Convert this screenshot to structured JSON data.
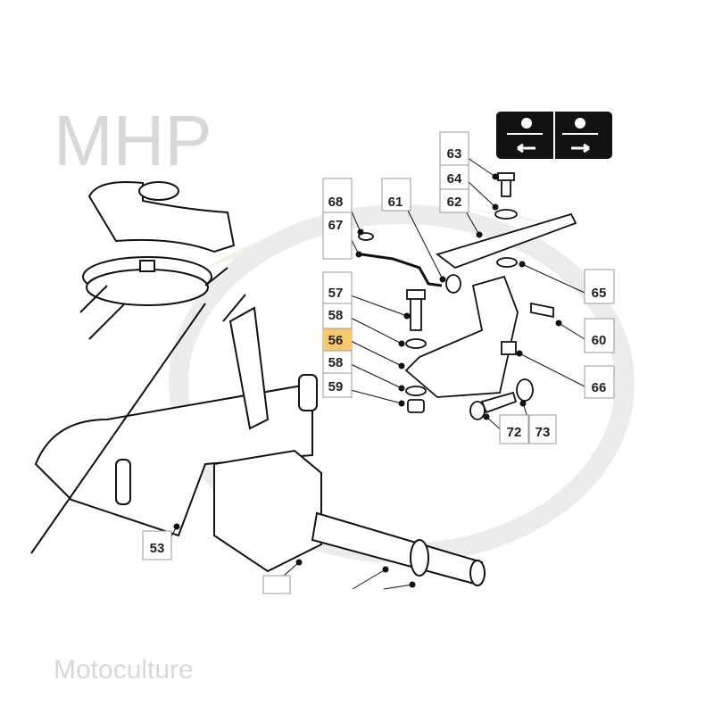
{
  "watermark": {
    "brand": "MHP",
    "text": "Motoculture",
    "colors": {
      "swoosh": "#e8f0dc",
      "letters": "#dcdcdc"
    }
  },
  "highlight_color": "#f7c96a",
  "callouts": [
    {
      "id": "63"
    },
    {
      "id": "64"
    },
    {
      "id": "62"
    },
    {
      "id": "68"
    },
    {
      "id": "67"
    },
    {
      "id": "61"
    },
    {
      "id": "57"
    },
    {
      "id": "58"
    },
    {
      "id": "56",
      "highlighted": true
    },
    {
      "id": "58"
    },
    {
      "id": "59"
    },
    {
      "id": "65"
    },
    {
      "id": "60"
    },
    {
      "id": "66"
    },
    {
      "id": "72"
    },
    {
      "id": "73"
    },
    {
      "id": "53"
    }
  ]
}
